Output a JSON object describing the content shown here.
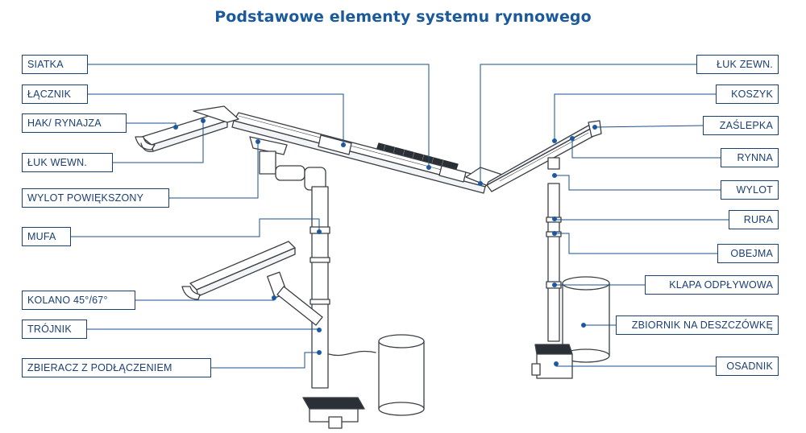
{
  "title": "Podstawowe elementy systemu rynnowego",
  "colors": {
    "title": "#1a5a9c",
    "label_border": "#1a3f73",
    "label_text": "#1a3f73",
    "leader": "#1a4f8a",
    "pipe_stroke": "#3a3f45",
    "pipe_fill": "#ffffff",
    "connector": "#1a5aa8",
    "mesh": "#2b2f36"
  },
  "labels": {
    "siatka": "SIATKA",
    "lacznik": "ŁĄCZNIK",
    "hak": "HAK/ RYNAJZA",
    "luk_wewn": "ŁUK WEWN.",
    "wylot_pow": "WYLOT POWIĘKSZONY",
    "mufa": "MUFA",
    "kolano": "KOLANO  45°/67°",
    "trojnik": "TRÓJNIK",
    "zbieracz": "ZBIERACZ  Z  PODŁĄCZENIEM",
    "luk_zewn": "ŁUK ZEWN.",
    "koszyk": "KOSZYK",
    "zaslepka": "ZAŚLEPKA",
    "rynna": "RYNNA",
    "wylot": "WYLOT",
    "rura": "RURA",
    "obejma": "OBEJMA",
    "klapa": "KLAPA  ODPŁYWOWA",
    "zbiornik": "ZBIORNIK NA DESZCZÓWKĘ",
    "osadnik": "OSADNIK"
  }
}
